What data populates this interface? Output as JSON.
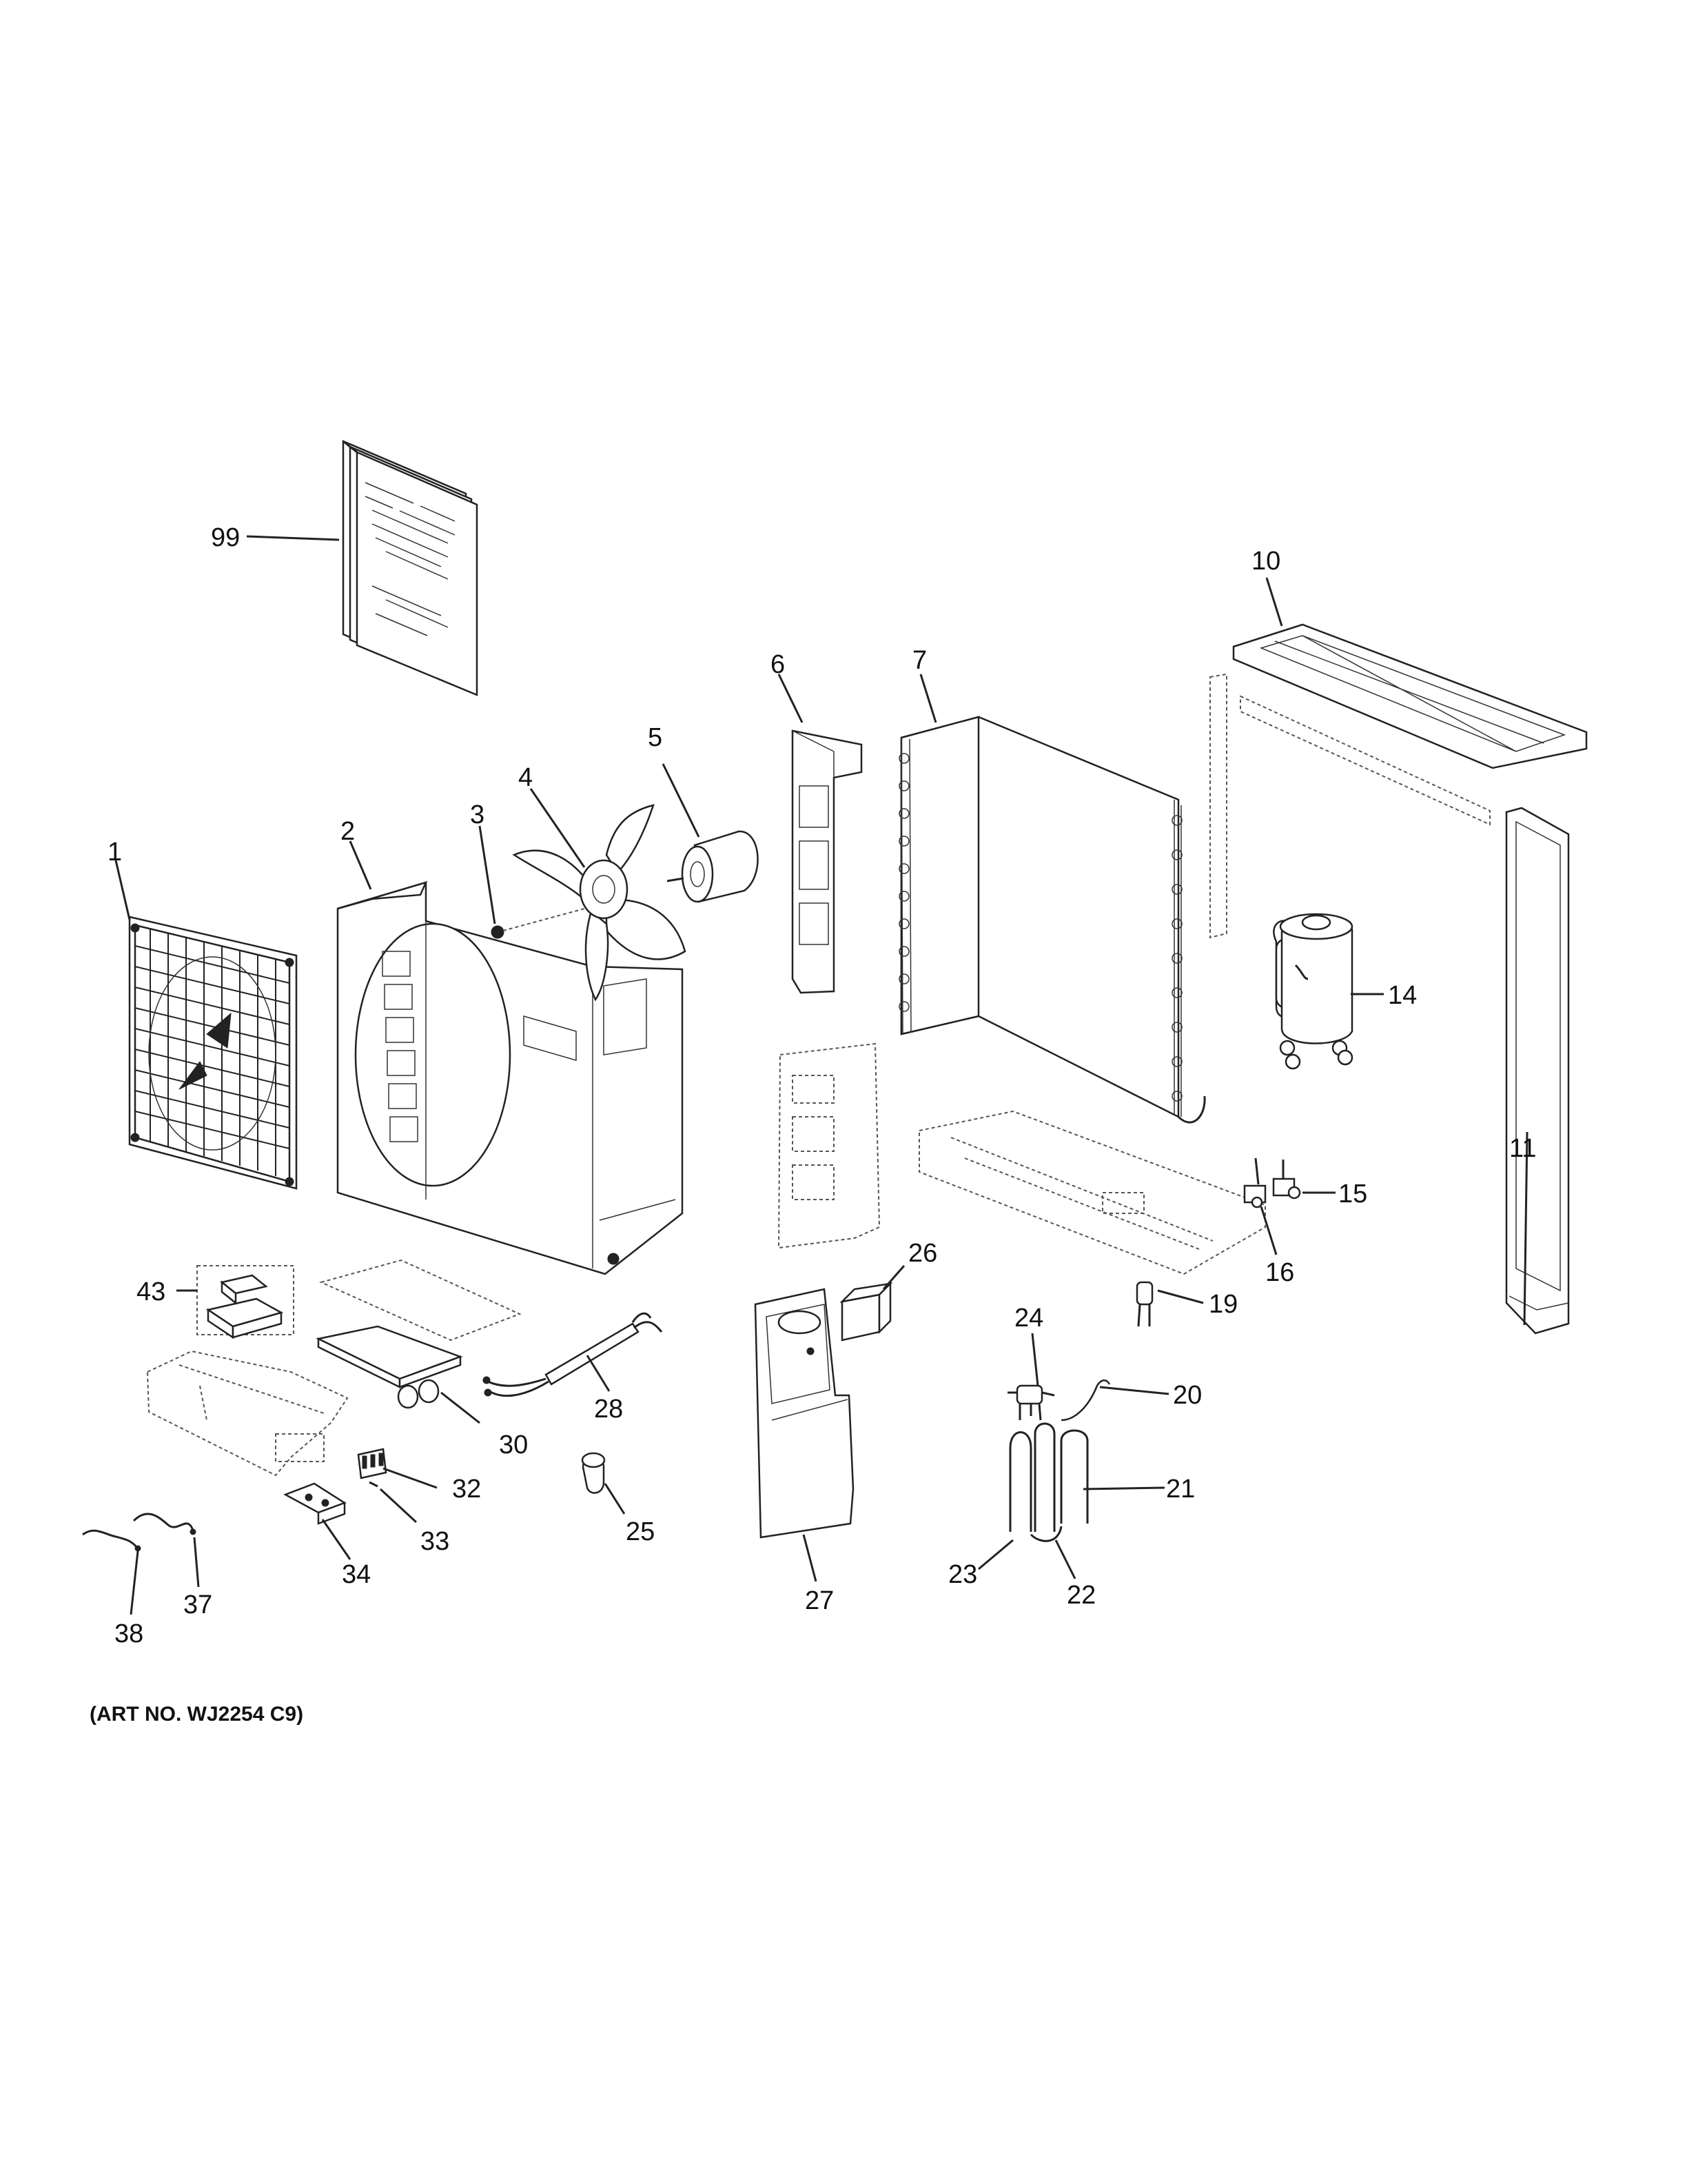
{
  "art_number": "(ART NO. WJ2254 C9)",
  "callouts": {
    "c99": "99",
    "c1": "1",
    "c2": "2",
    "c3": "3",
    "c4": "4",
    "c5": "5",
    "c6": "6",
    "c7": "7",
    "c10": "10",
    "c11": "11",
    "c14": "14",
    "c15": "15",
    "c16": "16",
    "c19": "19",
    "c20": "20",
    "c21": "21",
    "c22": "22",
    "c23": "23",
    "c24": "24",
    "c25": "25",
    "c26": "26",
    "c27": "27",
    "c28": "28",
    "c30": "30",
    "c32": "32",
    "c33": "33",
    "c34": "34",
    "c37": "37",
    "c38": "38",
    "c43": "43"
  }
}
